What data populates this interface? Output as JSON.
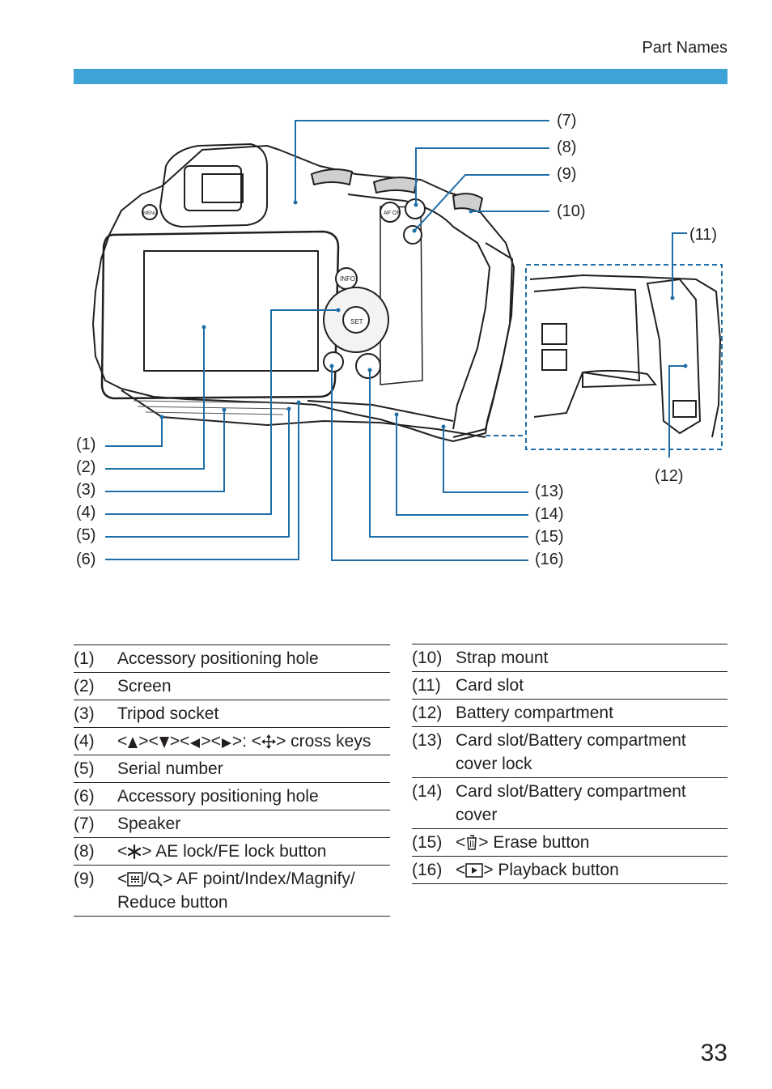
{
  "header": {
    "section_title": "Part Names"
  },
  "figure": {
    "callouts_left": [
      "(1)",
      "(2)",
      "(3)",
      "(4)",
      "(5)",
      "(6)"
    ],
    "callouts_top_right": [
      "(7)",
      "(8)",
      "(9)",
      "(10)"
    ],
    "callouts_bottom_right": [
      "(13)",
      "(14)",
      "(15)",
      "(16)"
    ],
    "callout_11": "(11)",
    "callout_12": "(12)",
    "button_labels": {
      "info": "INFO",
      "set": "SET",
      "af_on": "AF ON",
      "menu": "MENU"
    }
  },
  "table_left": [
    {
      "num": "(1)",
      "text": "Accessory positioning hole"
    },
    {
      "num": "(2)",
      "text": "Screen"
    },
    {
      "num": "(3)",
      "text": "Tripod socket"
    },
    {
      "num": "(4)",
      "text_a": "cross keys"
    },
    {
      "num": "(5)",
      "text": "Serial number"
    },
    {
      "num": "(6)",
      "text": "Accessory positioning hole"
    },
    {
      "num": "(7)",
      "text": "Speaker"
    },
    {
      "num": "(8)",
      "text": "AE lock/FE lock button"
    },
    {
      "num": "(9)",
      "text": "AF point/Index/Magnify/ Reduce button"
    }
  ],
  "table_right": [
    {
      "num": "(10)",
      "text": "Strap mount"
    },
    {
      "num": "(11)",
      "text": "Card slot"
    },
    {
      "num": "(12)",
      "text": "Battery compartment"
    },
    {
      "num": "(13)",
      "text": "Card slot/Battery compartment cover lock"
    },
    {
      "num": "(14)",
      "text": "Card slot/Battery compartment cover"
    },
    {
      "num": "(15)",
      "text": "Erase button"
    },
    {
      "num": "(16)",
      "text": "Playback button"
    }
  ],
  "icons": [
    "up-triangle-icon",
    "down-triangle-icon",
    "left-triangle-icon",
    "right-triangle-icon",
    "cross-keys-icon",
    "ae-lock-star-icon",
    "af-point-index-icon",
    "magnify-icon",
    "trash-icon",
    "playback-icon"
  ],
  "colors": {
    "accent": "#3ea4d6",
    "line": "#1f6ea8",
    "text": "#231f20"
  },
  "page_number": "33"
}
